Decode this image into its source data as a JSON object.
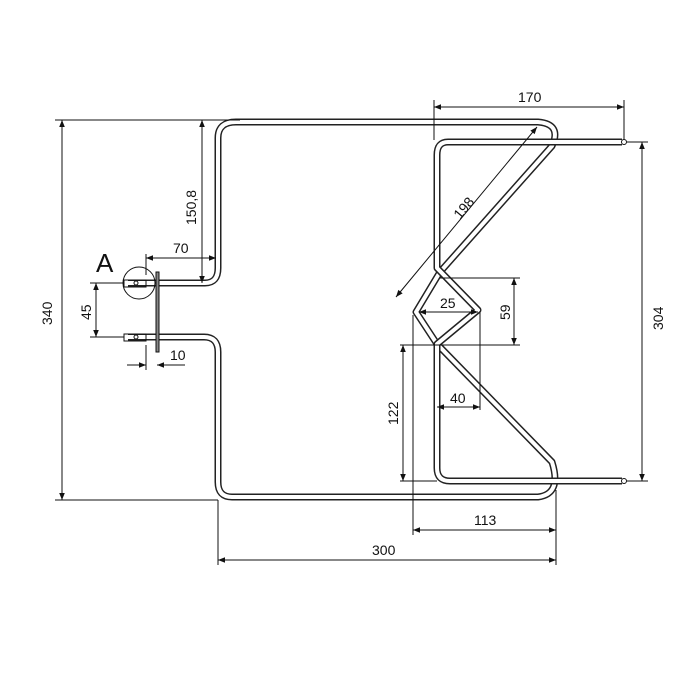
{
  "drawing": {
    "detail_label": "A",
    "dimensions": {
      "overall_height": "340",
      "upper_leg_height": "150,8",
      "terminal_offset": "70",
      "terminal_spacing": "45",
      "bracket_offset": "10",
      "right_width": "170",
      "diagonal_length": "198",
      "terminal_span": "304",
      "diamond_height": "59",
      "diamond_width": "25",
      "lower_leg_height": "122",
      "inner_offset": "40",
      "lower_right_width": "113",
      "overall_width": "300"
    }
  }
}
